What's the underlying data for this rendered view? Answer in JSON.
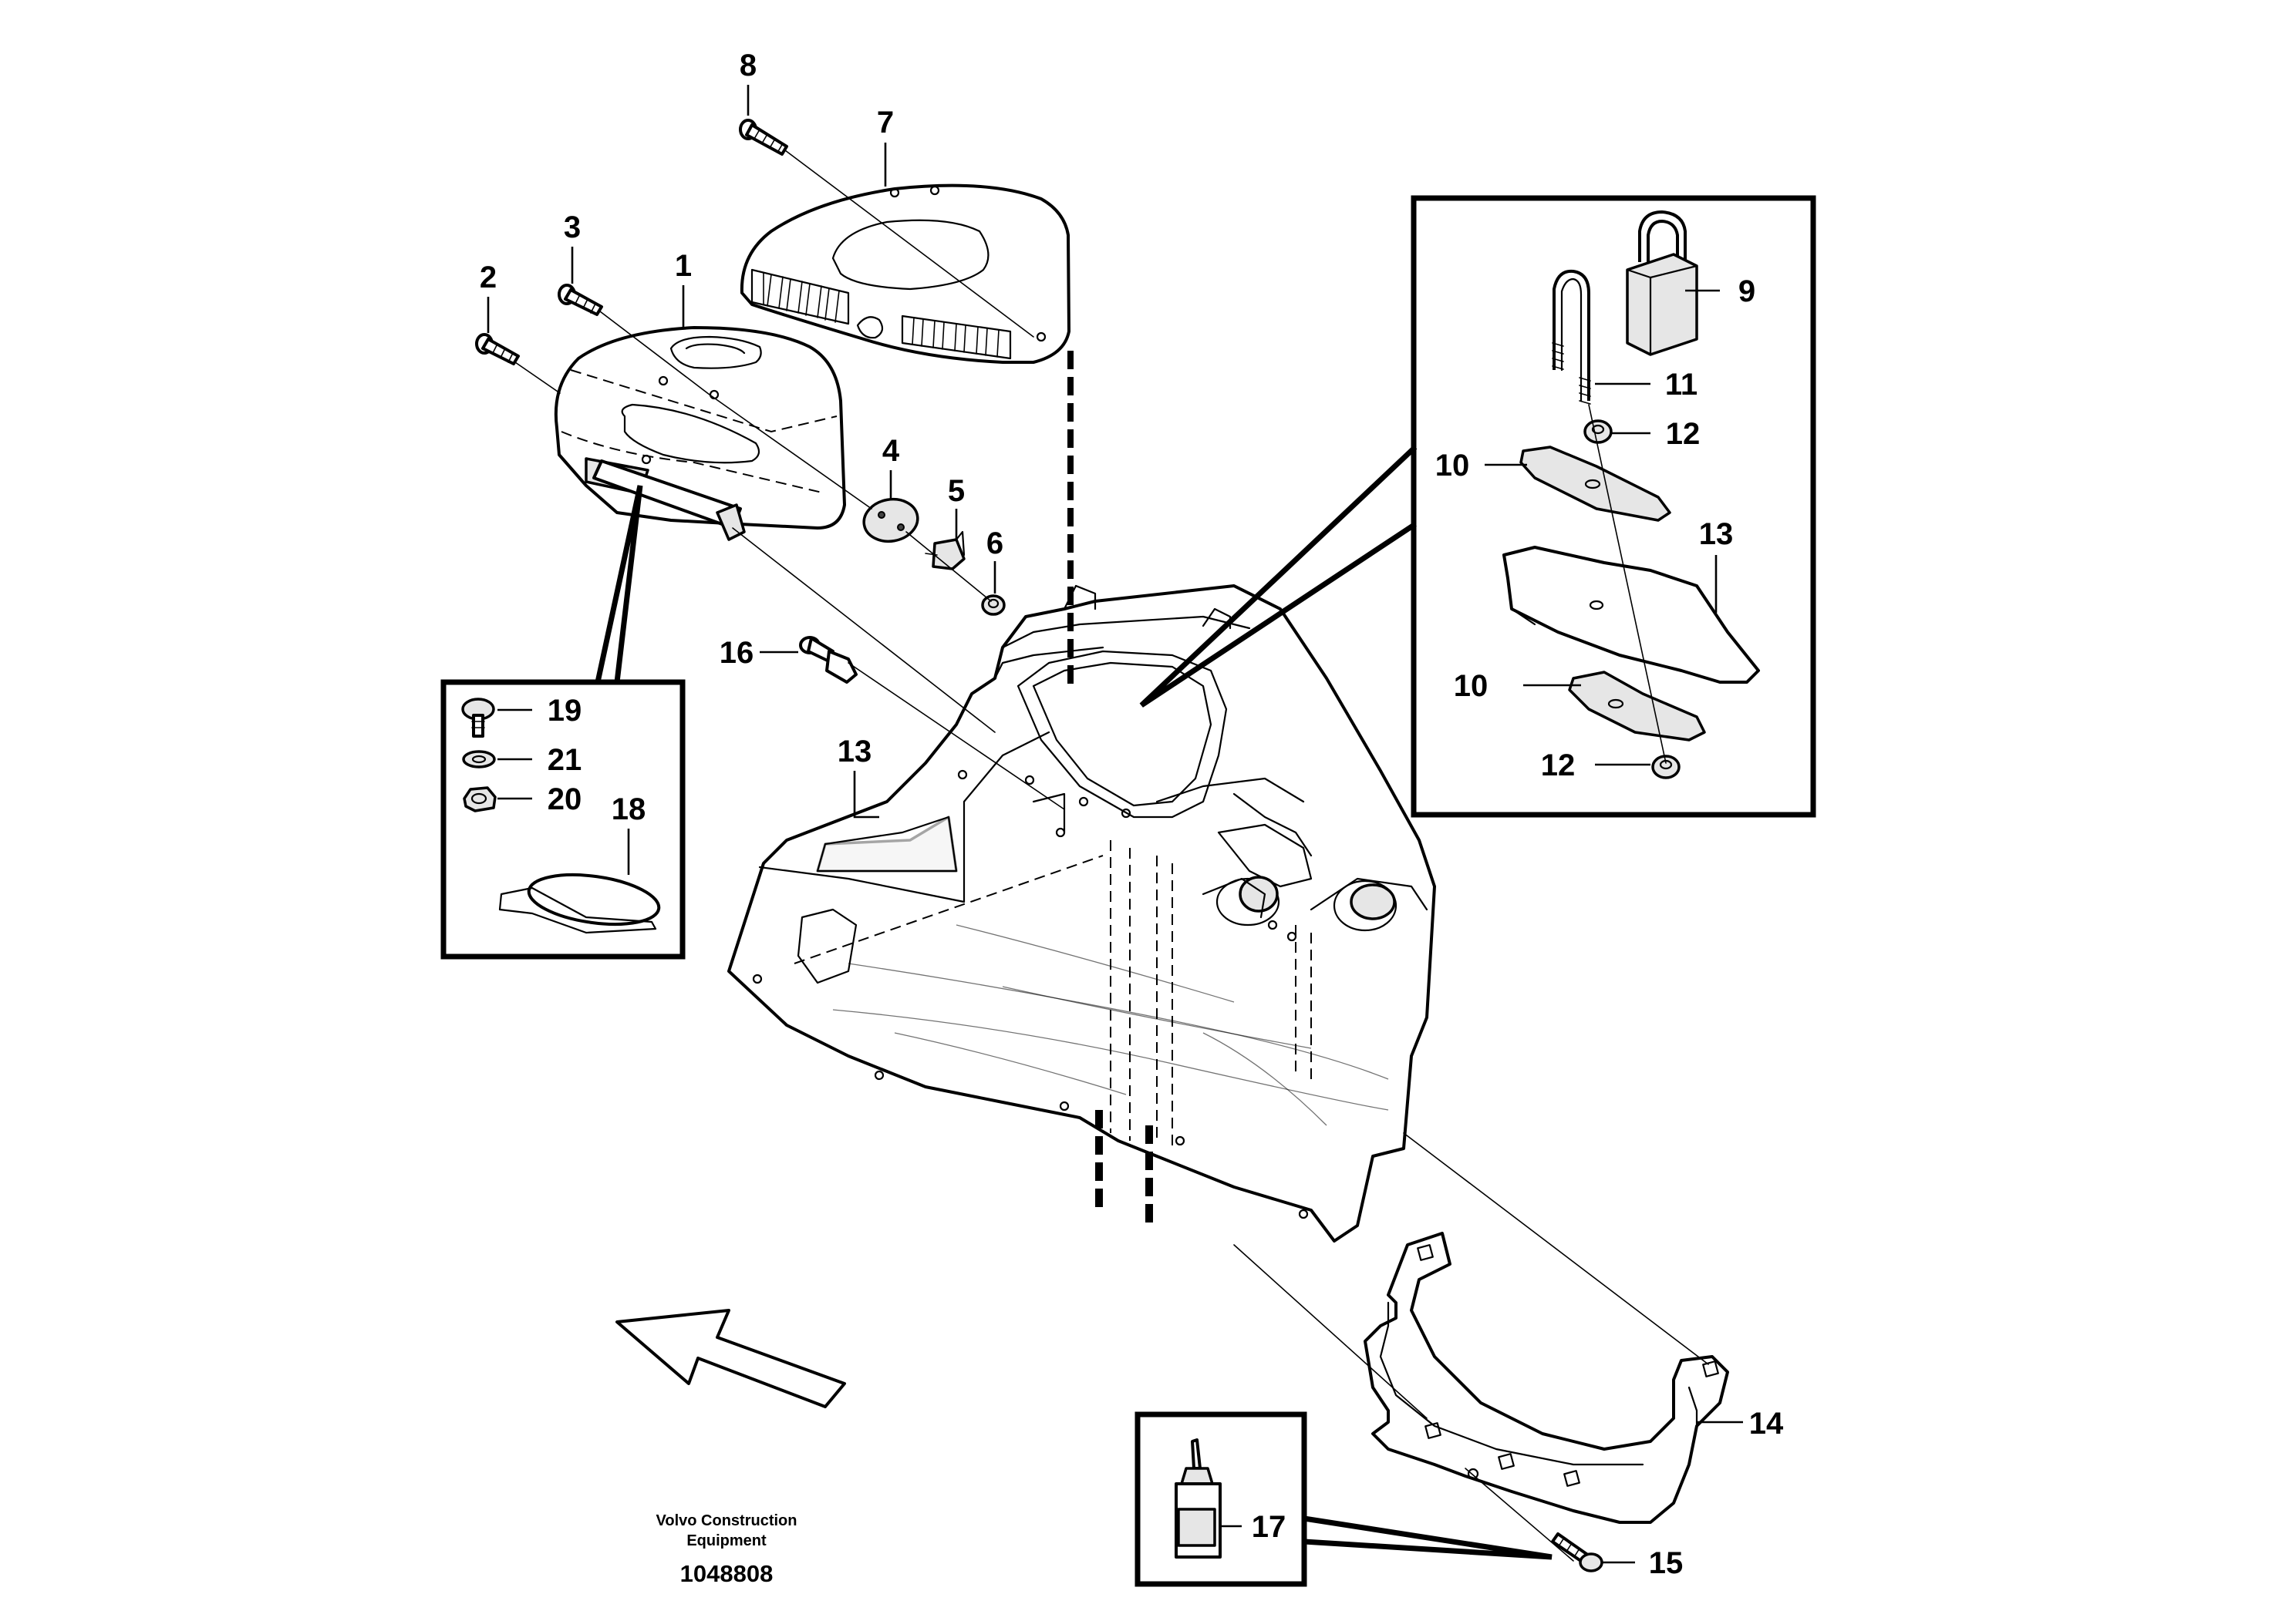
{
  "callouts": {
    "p1": "1",
    "p2": "2",
    "p3": "3",
    "p4": "4",
    "p5": "5",
    "p6": "6",
    "p7": "7",
    "p8": "8",
    "p9": "9",
    "p10a": "10",
    "p10b": "10",
    "p11": "11",
    "p12a": "12",
    "p12b": "12",
    "p13a": "13",
    "p13b": "13",
    "p14": "14",
    "p15": "15",
    "p16": "16",
    "p17": "17",
    "p18": "18",
    "p19": "19",
    "p20": "20",
    "p21": "21"
  },
  "footer": {
    "brand_line1": "Volvo Construction",
    "brand_line2": "Equipment",
    "drawing_number": "1048808"
  }
}
